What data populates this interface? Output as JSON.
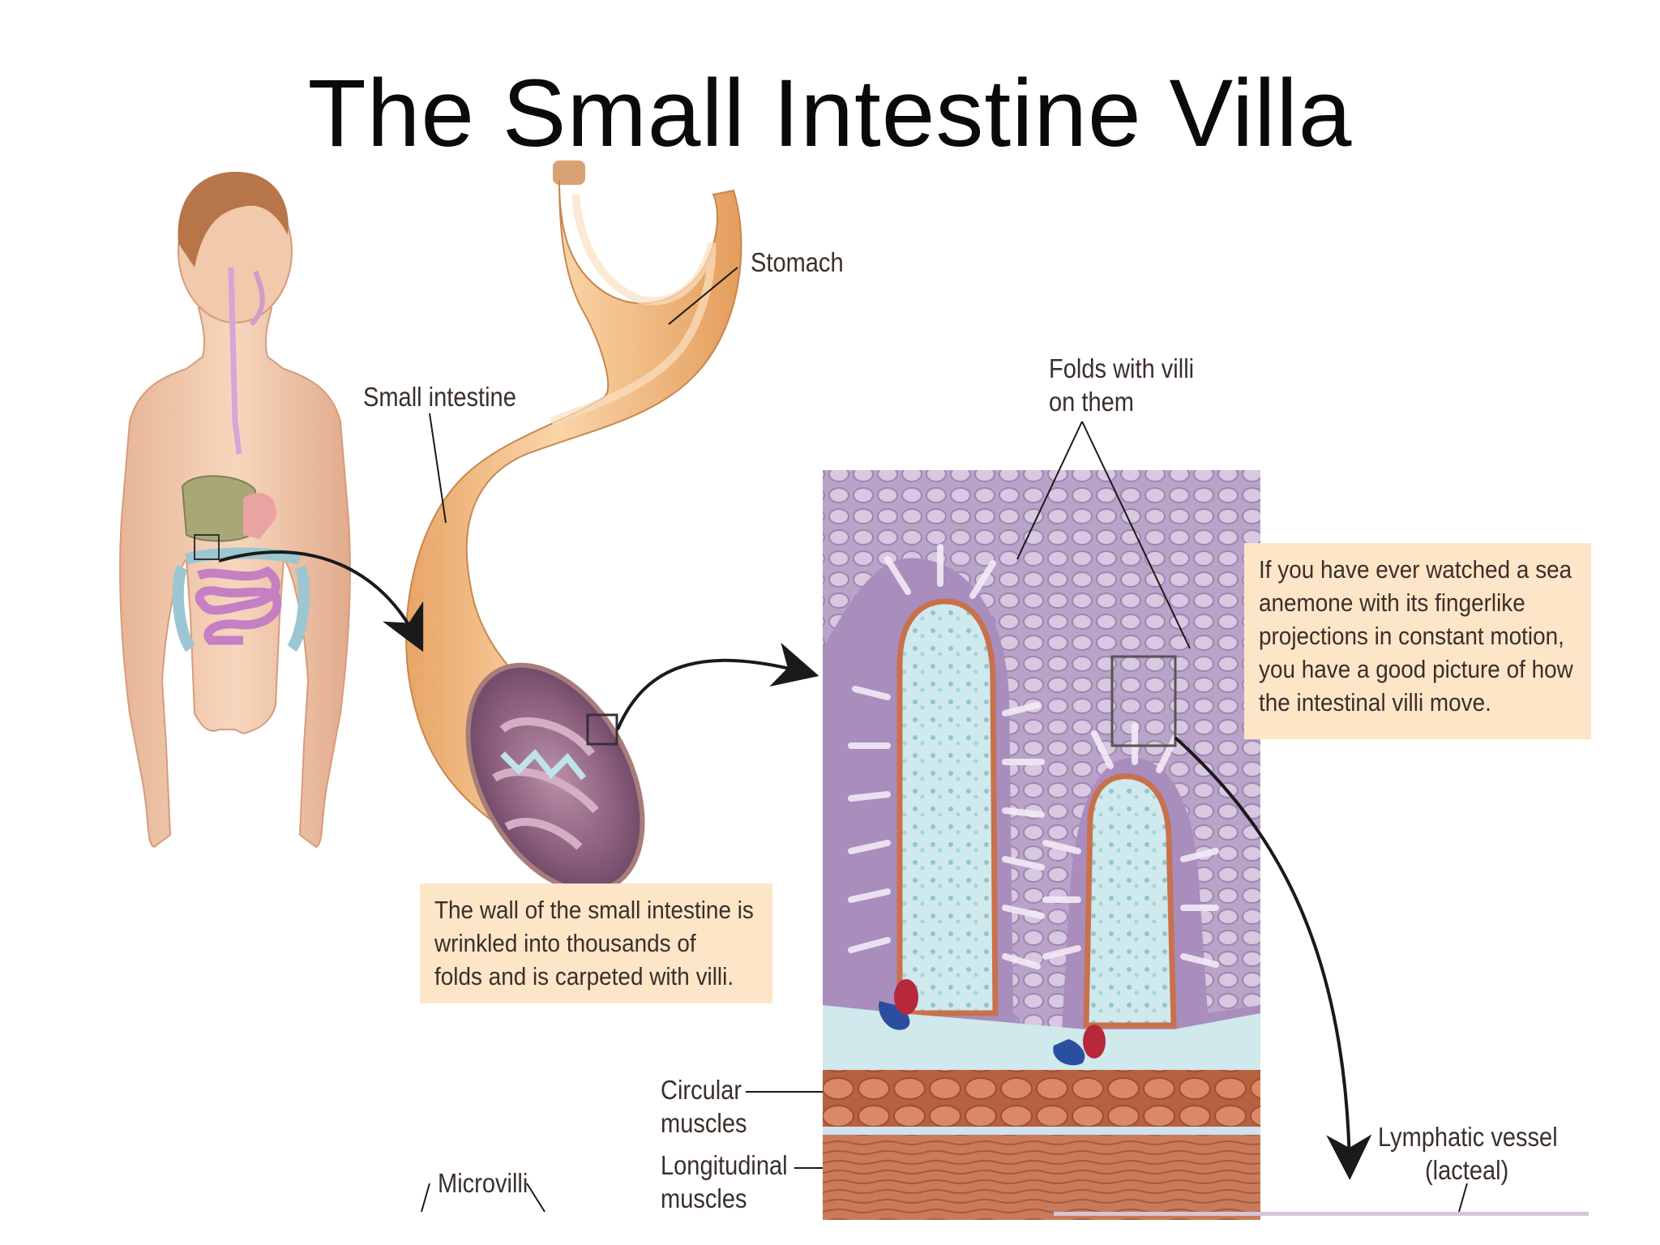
{
  "slide": {
    "title": "The Small Intestine Villa"
  },
  "labels": {
    "stomach": "Stomach",
    "small_intestine": "Small intestine",
    "folds_line1": "Folds with villi",
    "folds_line2": "on them",
    "circular_line1": "Circular",
    "circular_line2": "muscles",
    "longitudinal_line1": "Longitudinal",
    "longitudinal_line2": "muscles",
    "microvilli": "Microvilli",
    "lymphatic_line1": "Lymphatic vessel",
    "lymphatic_line2": "(lacteal)"
  },
  "callouts": {
    "wall": [
      "The wall of the small intestine is",
      "wrinkled into thousands of",
      "folds and is carpeted with villi."
    ],
    "anemone": [
      "If you have ever watched a sea",
      "anemone with its fingerlike",
      "projections in constant motion,",
      "you have a good picture of how",
      "the intestinal villi move."
    ]
  },
  "colors": {
    "skin": "#f3cdb0",
    "stomach": "#f2bd84",
    "villi_purple": "#9a7aa8",
    "villi_blue": "#c8e6ea",
    "muscle": "#c9704e",
    "callout_bg": "#fde6c8"
  }
}
